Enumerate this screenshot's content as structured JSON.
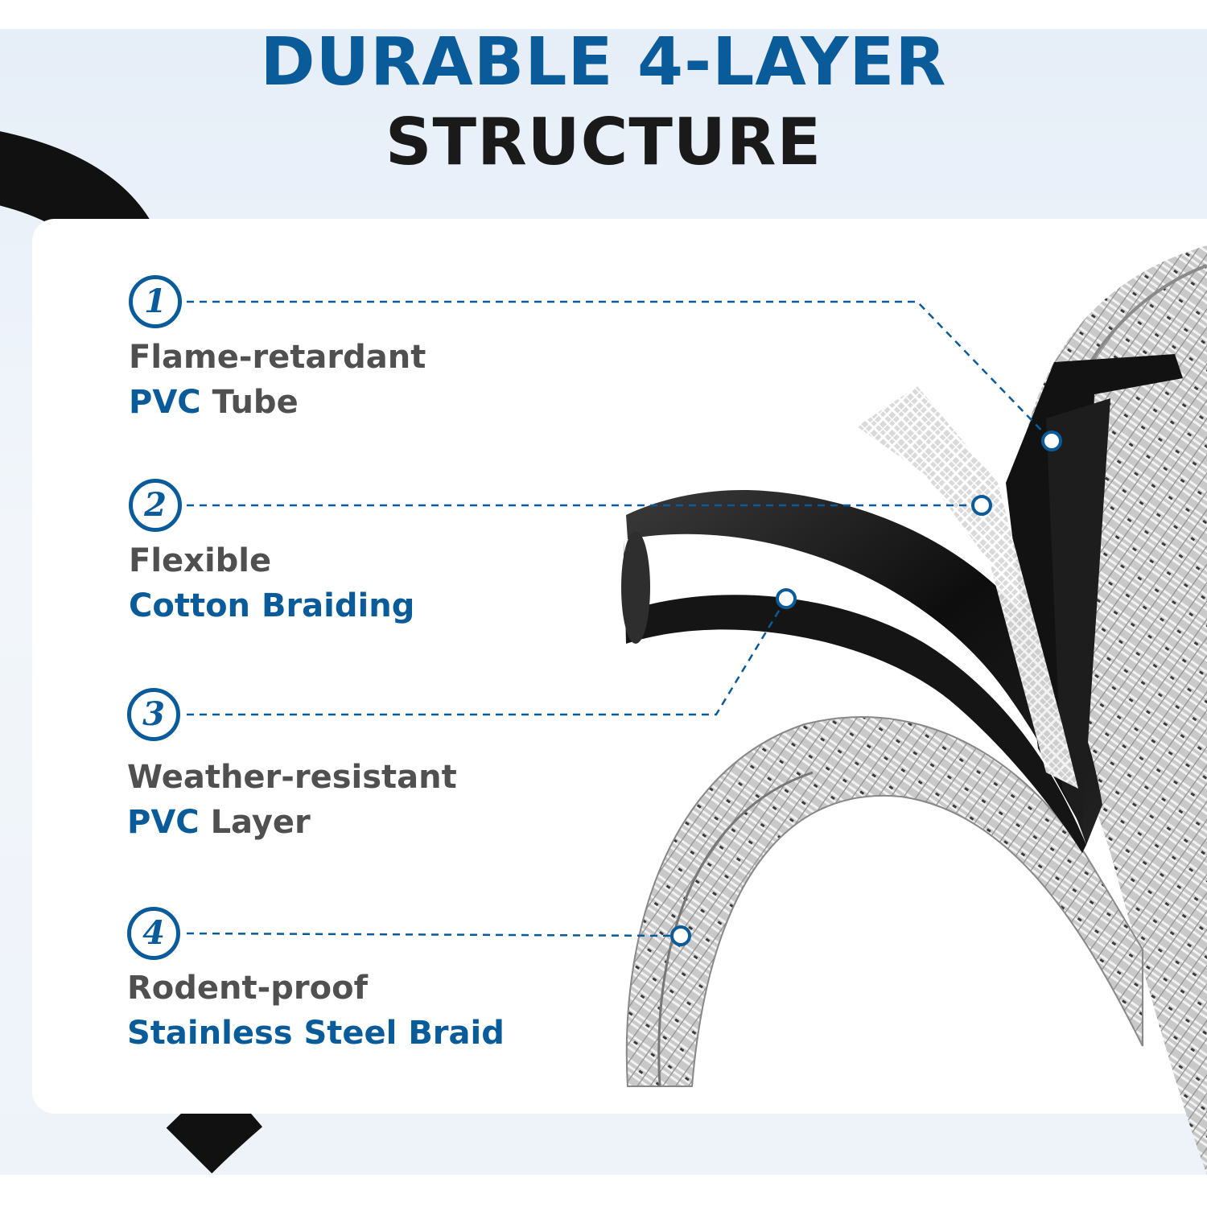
{
  "title": {
    "line1": "DURABLE 4-LAYER",
    "line2": "STRUCTURE"
  },
  "layers": [
    {
      "number": "1",
      "line1": "Flame-retardant",
      "line2_highlight": "PVC",
      "line2_rest": " Tube"
    },
    {
      "number": "2",
      "line1": "Flexible",
      "line2_highlight": "Cotton Braiding",
      "line2_rest": ""
    },
    {
      "number": "3",
      "line1": "Weather-resistant",
      "line2_highlight": "PVC",
      "line2_rest": " Layer"
    },
    {
      "number": "4",
      "line1": "Rodent-proof",
      "line2_highlight": "Stainless Steel Braid",
      "line2_rest": ""
    }
  ],
  "colors": {
    "accent": "#0a5b9a",
    "text_gray": "#505050",
    "title_dark": "#1a1a1a"
  }
}
